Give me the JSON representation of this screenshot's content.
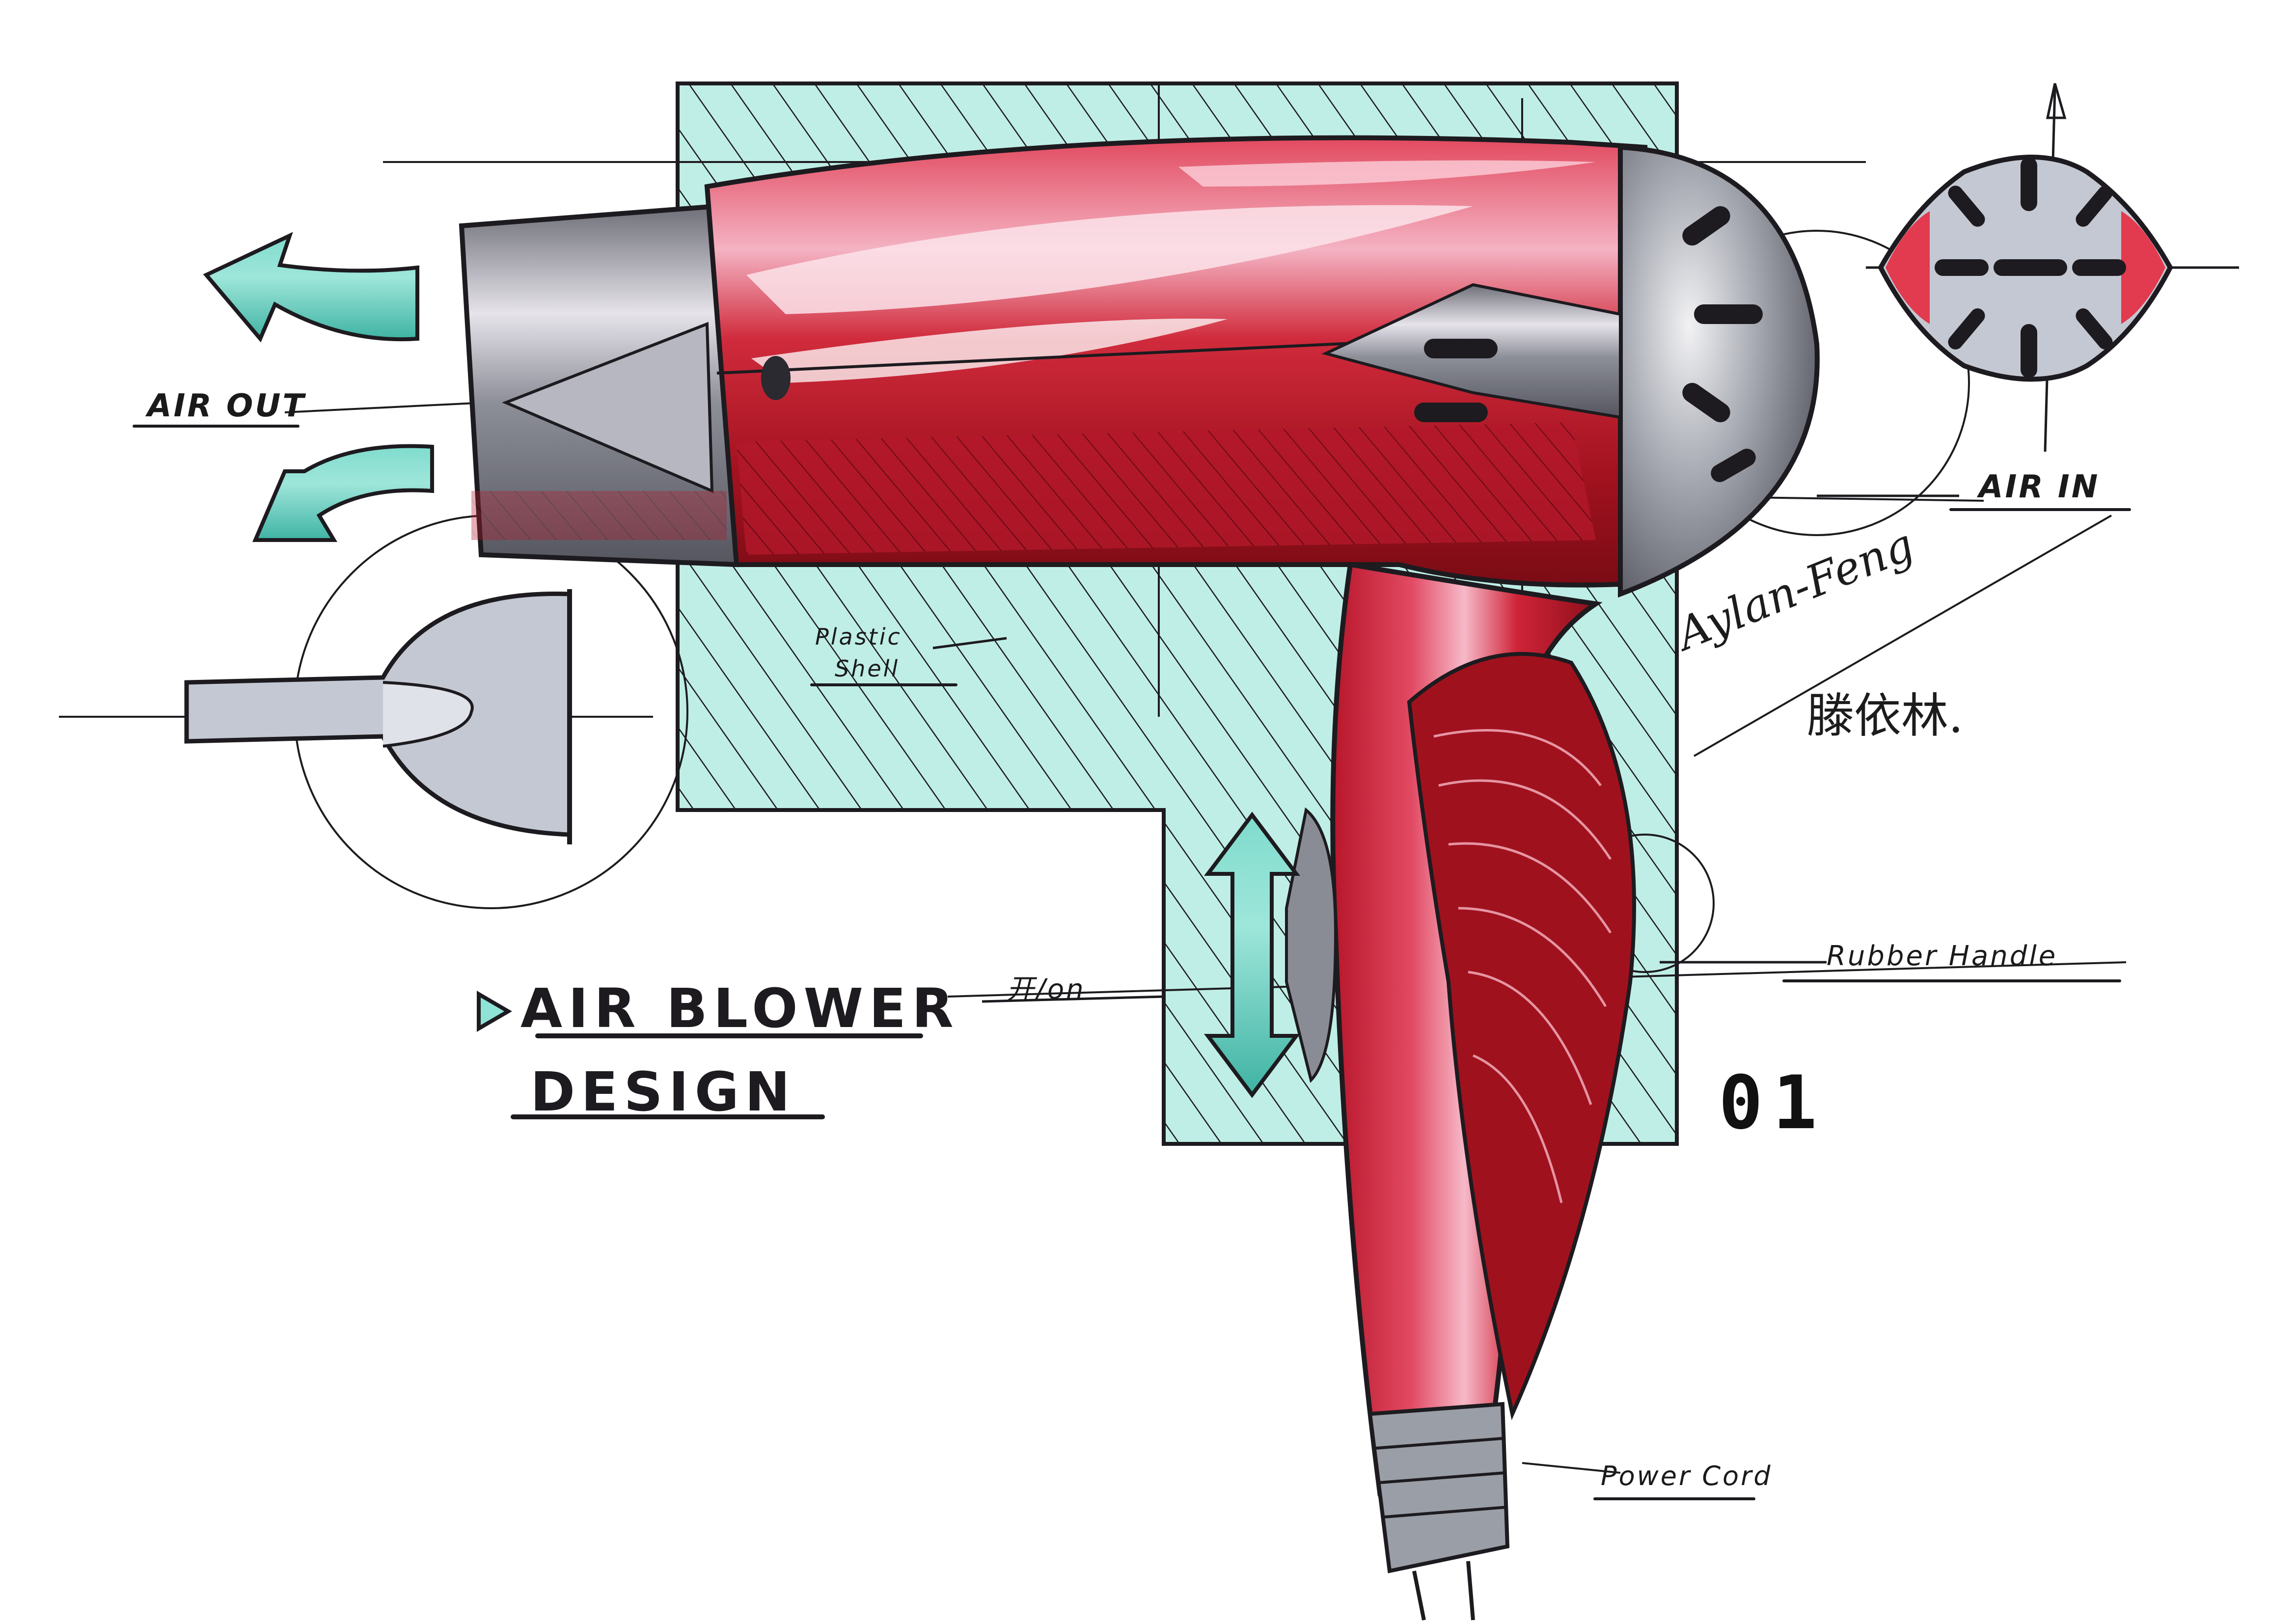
{
  "sheet": {
    "title_line1": "AIR BLOWER",
    "title_line2": "DESIGN",
    "sheet_number": "01",
    "bullet_icon": "triangle-bullet-icon"
  },
  "annotations": {
    "air_out": "AIR OUT",
    "air_in": "AIR IN",
    "plastic_shell_line1": "Plastic",
    "plastic_shell_line2": "Shell",
    "switch_label": "开/on",
    "rubber_handle": "Rubber Handle",
    "power_cord": "Power Cord"
  },
  "signature": {
    "latin": "Aylan-Feng",
    "chinese": "滕依林."
  },
  "views": {
    "main": "hair-dryer-side-view",
    "rear": "air-intake-rear-view",
    "nozzle": "nozzle-attachment-side-view"
  },
  "arrows": {
    "air_out_upper": "curved-arrow-left-icon",
    "air_out_lower": "curved-arrow-down-left-icon",
    "switch_slide": "double-arrow-vertical-icon"
  },
  "colors": {
    "body_red": "#c8202e",
    "body_dark_red": "#8e0f1a",
    "highlight_pink": "#f2a3b8",
    "metal_gray": "#9a9ea6",
    "light_gray": "#c9ced6",
    "teal_arrow": "#4fc9b8",
    "teal_bg": "#bfeee6",
    "ink": "#1d1b1f"
  }
}
